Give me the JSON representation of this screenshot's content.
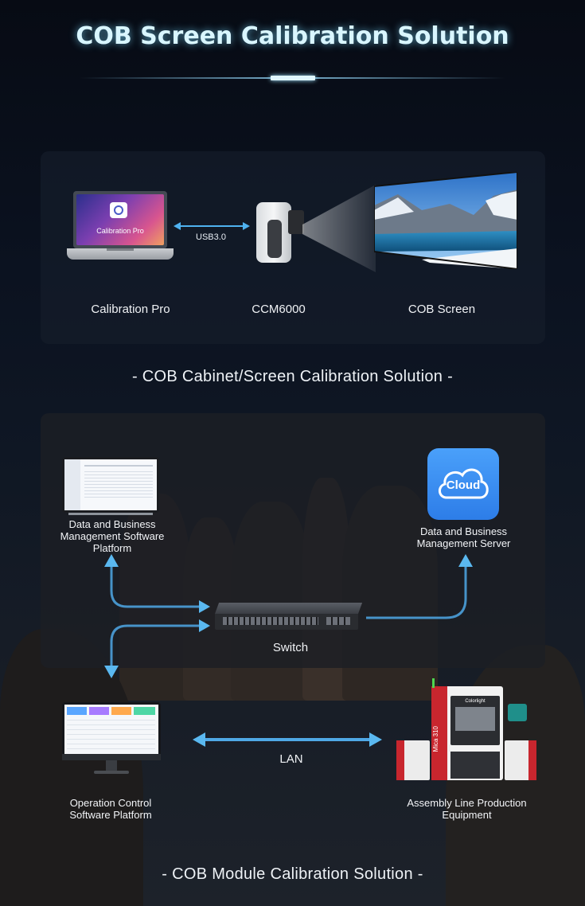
{
  "title": "COB Screen Calibration Solution",
  "section1": {
    "caption": "- COB Cabinet/Screen Calibration Solution -",
    "laptop": {
      "label": "Calibration Pro",
      "screen_text": "Calibration Pro"
    },
    "link_label": "USB3.0",
    "camera": {
      "label": "CCM6000"
    },
    "screen": {
      "label": "COB Screen"
    }
  },
  "section2": {
    "caption": "- COB Module Calibration Solution -",
    "data_platform": {
      "line1": "Data and Business",
      "line2": "Management Software",
      "line3": "Platform"
    },
    "cloud": {
      "icon_text": "Cloud",
      "line1": "Data and Business",
      "line2": "Management Server"
    },
    "switch": {
      "label": "Switch"
    },
    "lan_label": "LAN",
    "operation": {
      "line1": "Operation Control",
      "line2": "Software Platform"
    },
    "equipment": {
      "line1": "Assembly Line Production",
      "line2": "Equipment",
      "brand": "Colorlight",
      "model": "Mica 310"
    }
  },
  "colors": {
    "accent": "#3aa0e8",
    "arrow": "#5ab8f0",
    "cloud": "#3d8ff5"
  }
}
